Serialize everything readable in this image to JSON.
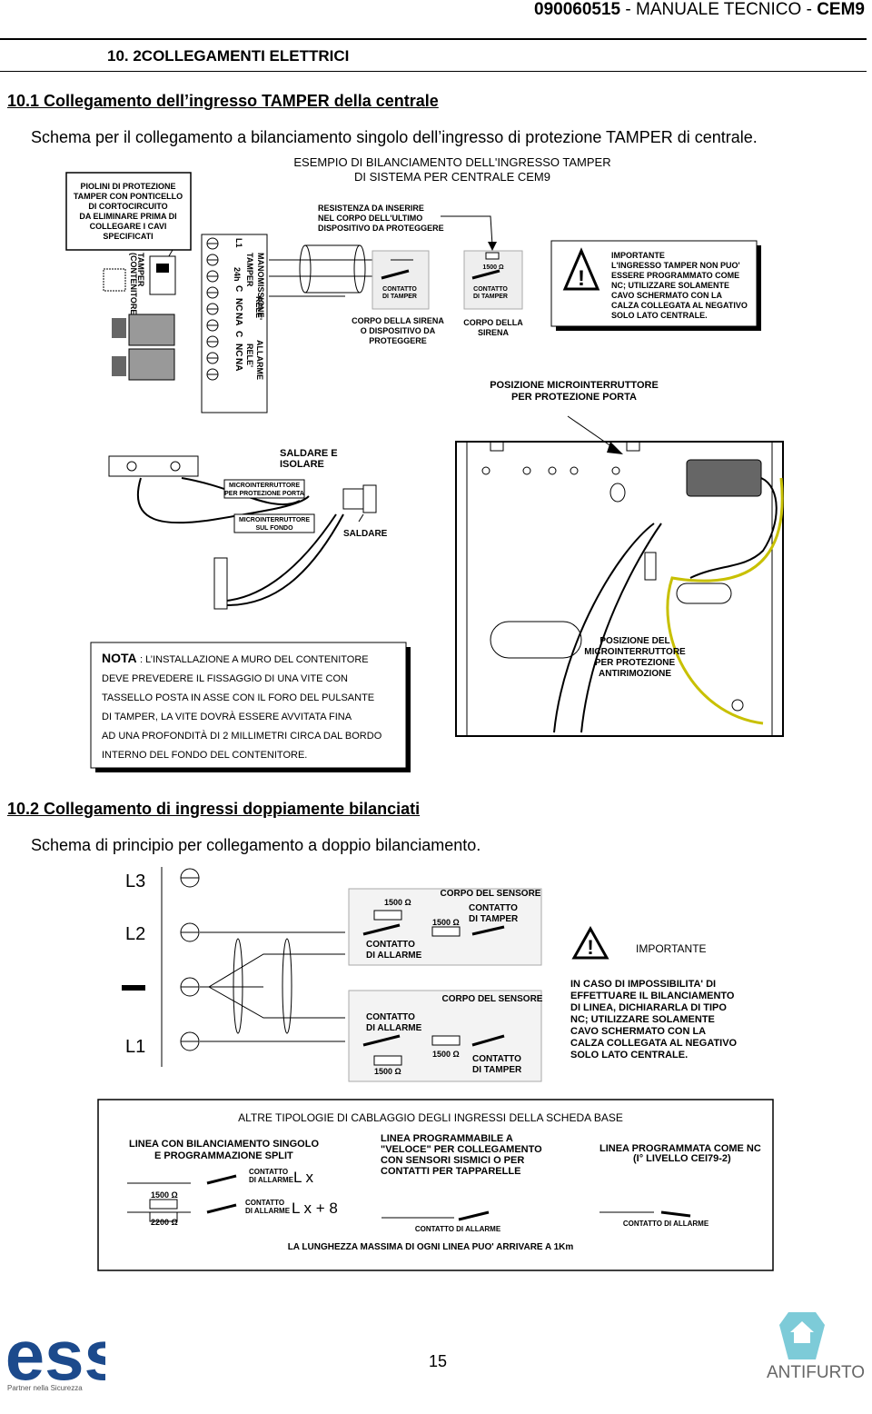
{
  "header": {
    "doc_code": "090060515",
    "sep": "-",
    "title": "MANUALE TECNICO",
    "model": "CEM9"
  },
  "section": {
    "title": "10. 2COLLEGAMENTI ELETTRICI"
  },
  "s1": {
    "title": "10.1 Collegamento dell’ingresso TAMPER della centrale",
    "desc": "Schema per il collegamento a bilanciamento singolo dell’ingresso di protezione TAMPER di centrale.",
    "diagram_title1": "ESEMPIO DI BILANCIAMENTO DELL'INGRESSO TAMPER",
    "diagram_title2": "DI SISTEMA PER CENTRALE CEM9",
    "pins_box": [
      "PIOLINI DI PROTEZIONE",
      "TAMPER CON PONTICELLO",
      "DI CORTOCIRCUITO",
      "DA ELIMINARE PRIMA DI",
      "COLLEGARE I CAVI",
      "SPECIFICATI"
    ],
    "resistor_note": [
      "RESISTENZA DA INSERIRE",
      "NEL CORPO DELL'ULTIMO",
      "DISPOSITIVO DA PROTEGGERE"
    ],
    "tamper_vert": [
      "TAMPER",
      "(CONTENITORE)"
    ],
    "terminals_label": "L1",
    "term_rows": [
      "TAMPER",
      "MANOMISSIONE",
      "24h",
      "C",
      "NC",
      "NA",
      "RELE'",
      "C",
      "NC",
      "NA",
      "RELE'",
      "ALLARME"
    ],
    "contact_tamper": [
      "CONTATTO",
      "DI TAMPER"
    ],
    "res_value": "1500 Ω",
    "body_siren_or": [
      "CORPO DELLA SIRENA",
      "O DISPOSITIVO DA",
      "PROTEGGERE"
    ],
    "body_siren": [
      "CORPO DELLA",
      "SIRENA"
    ],
    "important": [
      "IMPORTANTE",
      "L'INGRESSO TAMPER NON PUO'",
      "ESSERE  PROGRAMMATO COME",
      "NC;  UTILIZZARE SOLAMENTE",
      "CAVO SCHERMATO CON LA",
      "CALZA COLLEGATA AL NEGATIVO",
      "SOLO LATO CENTRALE."
    ],
    "door_pos": [
      "POSIZIONE MICROINTERRUTTORE",
      "PER PROTEZIONE PORTA"
    ],
    "solder_isolate": [
      "SALDARE E",
      "ISOLARE"
    ],
    "micro_door": [
      "MICROINTERRUTTORE",
      "PER PROTEZIONE PORTA"
    ],
    "micro_floor": [
      "MICROINTERRUTTORE",
      "SUL FONDO"
    ],
    "solder": "SALDARE",
    "removal_pos": [
      "POSIZIONE DEL",
      "MICROINTERRUTTORE",
      "PER PROTEZIONE",
      "ANTIRIMOZIONE"
    ],
    "note_label": "NOTA",
    "note_lines": [
      ": L’INSTALLAZIONE A MURO DEL CONTENITORE",
      "DEVE PREVEDERE IL FISSAGGIO DI UNA VITE CON",
      "TASSELLO POSTA IN ASSE CON IL FORO DEL PULSANTE",
      "DI TAMPER, LA VITE DOVRÀ ESSERE AVVITATA FINA",
      "AD UNA PROFONDITÀ DI 2 MILLIMETRI CIRCA DAL BORDO",
      "INTERNO DEL FONDO DEL CONTENITORE."
    ]
  },
  "s2": {
    "title": "10.2 Collegamento di ingressi doppiamente bilanciati",
    "desc": "Schema di principio per collegamento a doppio bilanciamento.",
    "term_labels": [
      "L3",
      "L2",
      "L1"
    ],
    "res_value": "1500 Ω",
    "body_sensor": "CORPO DEL SENSORE",
    "contact_tamper": [
      "CONTATTO",
      "DI TAMPER"
    ],
    "contact_alarm": [
      "CONTATTO",
      "DI ALLARME"
    ],
    "important_title": "IMPORTANTE",
    "important": [
      "IN CASO DI IMPOSSIBILITA' DI",
      "EFFETTUARE IL BILANCIAMENTO",
      "DI LINEA, DICHIARARLA DI TIPO",
      "NC; UTILIZZARE SOLAMENTE",
      "CAVO SCHERMATO CON LA",
      "CALZA COLLEGATA AL NEGATIVO",
      "SOLO LATO CENTRALE."
    ]
  },
  "box3": {
    "title": "ALTRE TIPOLOGIE DI CABLAGGIO DEGLI INGRESSI DELLA SCHEDA BASE",
    "col1": [
      "LINEA  CON BILANCIAMENTO SINGOLO",
      "E PROGRAMMAZIONE SPLIT"
    ],
    "col2": [
      "LINEA  PROGRAMMABILE A",
      "\"VELOCE\" PER COLLEGAMENTO",
      "CON SENSORI SISMICI O PER",
      "CONTATTI PER TAPPARELLE"
    ],
    "col3": [
      "LINEA  PROGRAMMATA COME NC",
      "(I° LIVELLO CEI79-2)"
    ],
    "contact_alarm": [
      "CONTATTO",
      "DI ALLARME"
    ],
    "contact_alarm_one": "CONTATTO DI ALLARME",
    "lx": "L x",
    "lx8": "L x + 8",
    "r1": "1500 Ω",
    "r2": "2200 Ω",
    "footer": "LA LUNGHEZZA MASSIMA DI OGNI LINEA PUO' ARRIVARE A 1Km"
  },
  "footer": {
    "logo_text": "iess",
    "logo_tag": "Partner nella Sicurezza",
    "page": "15",
    "brand": "ANTIFURTO"
  }
}
